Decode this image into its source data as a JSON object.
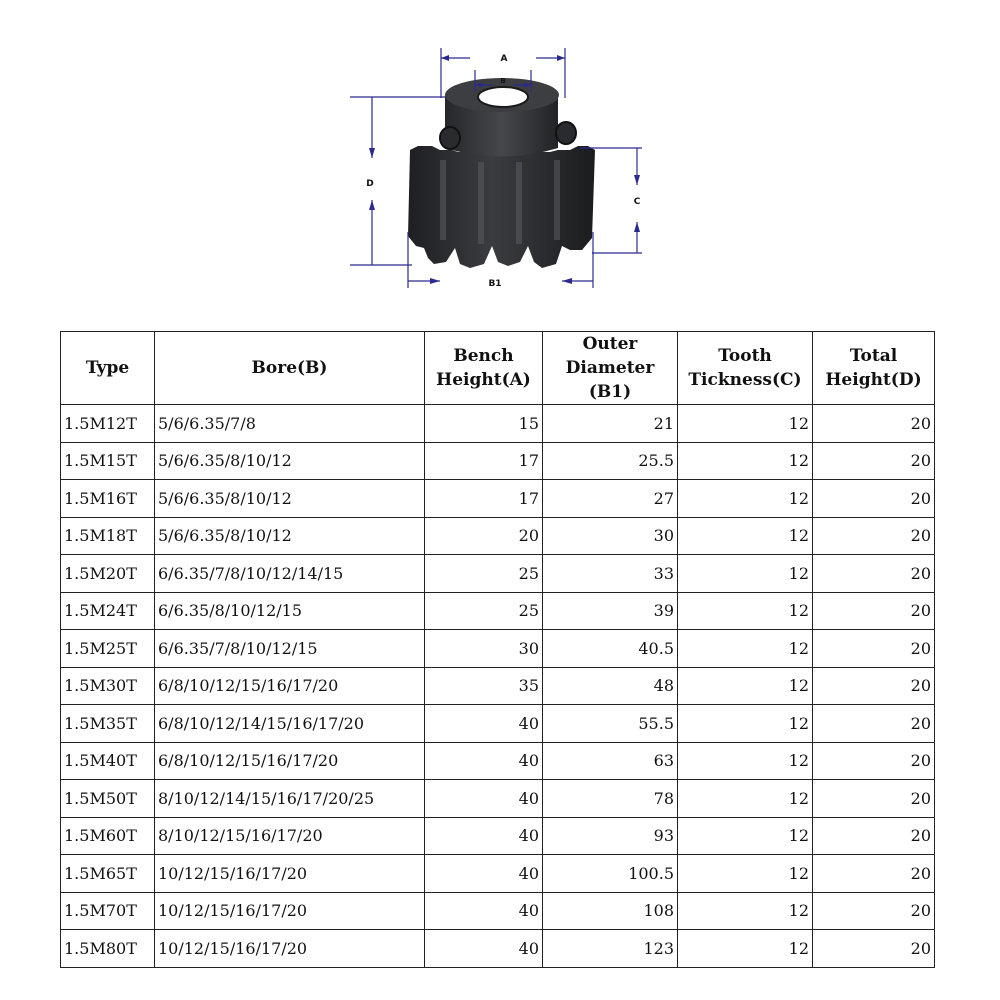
{
  "figure": {
    "dimension_labels": {
      "a": "A",
      "b": "B",
      "c": "C",
      "d": "D",
      "b1": "B1"
    },
    "colors": {
      "gear": "#2b2d30",
      "dimension_lines": "#2a2a8f"
    }
  },
  "table": {
    "headers": [
      "Type",
      "Bore(B)",
      "Bench Height(A)",
      "Outer Diameter (B1)",
      "Tooth Tickness(C)",
      "Total Height(D)"
    ],
    "rows": [
      [
        "1.5M12T",
        "5/6/6.35/7/8",
        "15",
        "21",
        "12",
        "20"
      ],
      [
        "1.5M15T",
        "5/6/6.35/8/10/12",
        "17",
        "25.5",
        "12",
        "20"
      ],
      [
        "1.5M16T",
        "5/6/6.35/8/10/12",
        "17",
        "27",
        "12",
        "20"
      ],
      [
        "1.5M18T",
        "5/6/6.35/8/10/12",
        "20",
        "30",
        "12",
        "20"
      ],
      [
        "1.5M20T",
        "6/6.35/7/8/10/12/14/15",
        "25",
        "33",
        "12",
        "20"
      ],
      [
        "1.5M24T",
        "6/6.35/8/10/12/15",
        "25",
        "39",
        "12",
        "20"
      ],
      [
        "1.5M25T",
        "6/6.35/7/8/10/12/15",
        "30",
        "40.5",
        "12",
        "20"
      ],
      [
        "1.5M30T",
        "6/8/10/12/15/16/17/20",
        "35",
        "48",
        "12",
        "20"
      ],
      [
        "1.5M35T",
        "6/8/10/12/14/15/16/17/20",
        "40",
        "55.5",
        "12",
        "20"
      ],
      [
        "1.5M40T",
        "6/8/10/12/15/16/17/20",
        "40",
        "63",
        "12",
        "20"
      ],
      [
        "1.5M50T",
        "8/10/12/14/15/16/17/20/25",
        "40",
        "78",
        "12",
        "20"
      ],
      [
        "1.5M60T",
        "8/10/12/15/16/17/20",
        "40",
        "93",
        "12",
        "20"
      ],
      [
        "1.5M65T",
        "10/12/15/16/17/20",
        "40",
        "100.5",
        "12",
        "20"
      ],
      [
        "1.5M70T",
        "10/12/15/16/17/20",
        "40",
        "108",
        "12",
        "20"
      ],
      [
        "1.5M80T",
        "10/12/15/16/17/20",
        "40",
        "123",
        "12",
        "20"
      ]
    ]
  }
}
